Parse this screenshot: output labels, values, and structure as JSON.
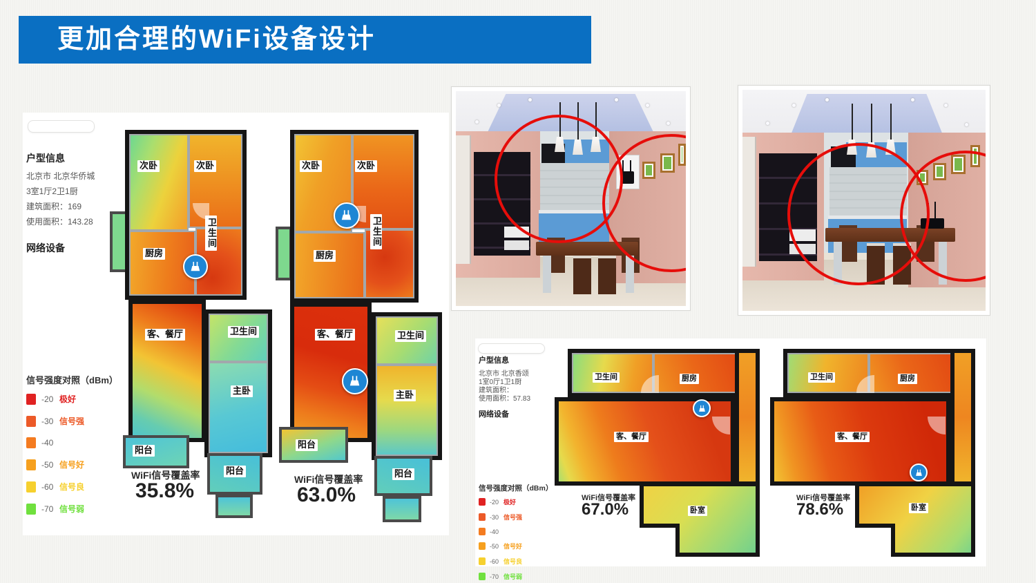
{
  "title": "更加合理的WiFi设备设计",
  "colors": {
    "accent_blue": "#0a6fc2",
    "router_blue": "#1e86d4",
    "highlight_red": "#e60d0a",
    "wall_black": "#151515"
  },
  "legend": {
    "title": "信号强度对照（dBm）",
    "items": [
      {
        "value": "-20",
        "label": "极好",
        "color": "#e02222"
      },
      {
        "value": "-30",
        "label": "信号强",
        "color": "#ec5a28"
      },
      {
        "value": "-40",
        "label": "",
        "color": "#f47b20"
      },
      {
        "value": "-50",
        "label": "信号好",
        "color": "#f6a01e"
      },
      {
        "value": "-60",
        "label": "信号良",
        "color": "#f6d02e"
      },
      {
        "value": "-70",
        "label": "信号弱",
        "color": "#70e03e"
      }
    ]
  },
  "panel_left": {
    "property": {
      "heading": "户型信息",
      "address": "北京市 北京华侨城",
      "layout": "3室1厅2卫1厨",
      "built_area": "建筑面积：169",
      "usable_area": "使用面积：143.28",
      "devices_heading": "网络设备"
    },
    "plan_a": {
      "rooms": {
        "bed1": "次卧",
        "bed2": "次卧",
        "bath_mid": "卫生间",
        "kitchen": "厨房",
        "living": "客、餐厅",
        "bath": "卫生间",
        "master": "主卧",
        "balcony1": "阳台",
        "balcony2": "阳台"
      },
      "coverage_label": "WiFi信号覆盖率",
      "coverage_value": "35.8%"
    },
    "plan_b": {
      "rooms": {
        "bed1": "次卧",
        "bed2": "次卧",
        "bath_mid": "卫生间",
        "kitchen": "厨房",
        "living": "客、餐厅",
        "bath": "卫生间",
        "master": "主卧",
        "balcony1": "阳台",
        "balcony2": "阳台"
      },
      "coverage_label": "WiFi信号覆盖率",
      "coverage_value": "63.0%"
    }
  },
  "panel_bottom": {
    "property": {
      "heading": "户型信息",
      "address": "北京市 北京香颂",
      "layout": "1室0厅1卫1厨",
      "built_area": "建筑面积：",
      "usable_area": "使用面积：57.83",
      "devices_heading": "网络设备"
    },
    "plan_c": {
      "rooms": {
        "bath": "卫生间",
        "kitchen": "厨房",
        "living": "客、餐厅",
        "bedroom": "卧室"
      },
      "coverage_label": "WiFi信号覆盖率",
      "coverage_value": "67.0%"
    },
    "plan_d": {
      "rooms": {
        "bath": "卫生间",
        "kitchen": "厨房",
        "living": "客、餐厅",
        "bedroom": "卧室"
      },
      "coverage_label": "WiFi信号覆盖率",
      "coverage_value": "78.6%"
    }
  }
}
